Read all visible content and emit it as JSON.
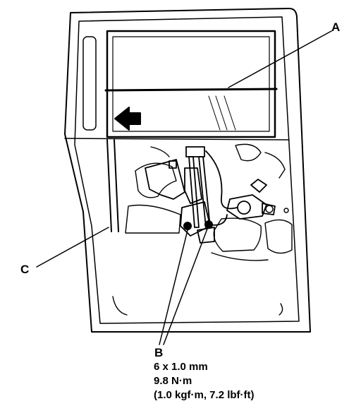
{
  "callouts": {
    "a": "A",
    "b": "B",
    "c": "C"
  },
  "spec": {
    "bolt_size": "6 x 1.0 mm",
    "torque_nm": "9.8 N·m",
    "torque_alt": "(1.0 kgf·m, 7.2 lbf·ft)"
  },
  "icons": [
    "direction-arrow-icon"
  ]
}
